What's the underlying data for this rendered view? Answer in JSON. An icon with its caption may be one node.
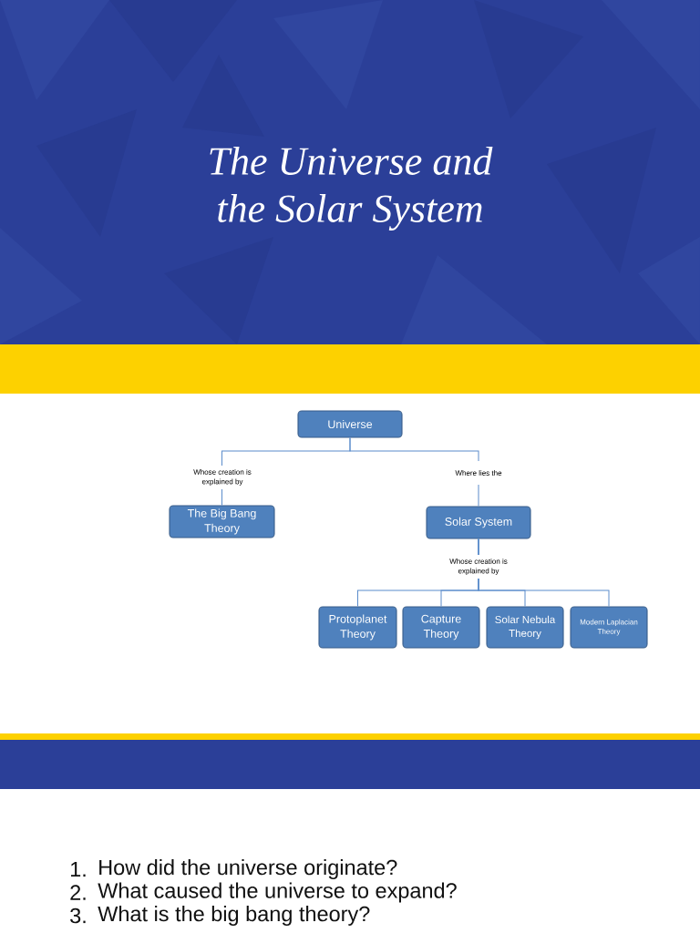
{
  "diagram": {
    "title": "The Universe and the Solar System",
    "nodes": [
      {
        "text": [
          "Universe"
        ]
      },
      {
        "text": [
          "The Big Bang Theory"
        ]
      },
      {
        "text": [
          "Solar System"
        ]
      },
      {
        "text": [
          "Protoplanet Theory"
        ]
      },
      {
        "text": [
          "Capture Theory"
        ]
      },
      {
        "text": [
          "Solar Nebula Theory"
        ]
      },
      {
        "text": [
          "Modern Laplacian Theory"
        ]
      }
    ],
    "edges": [
      {
        "from": 0,
        "to": 1,
        "arrow": "none",
        "label": "Whose creation is explained by"
      },
      {
        "from": 0,
        "to": 2,
        "arrow": "none",
        "label": "Where lies the"
      },
      {
        "from": 2,
        "to": 3,
        "arrow": "none",
        "label": "Whose creation is explained by"
      },
      {
        "from": 2,
        "to": 4,
        "arrow": "none"
      },
      {
        "from": 2,
        "to": 5,
        "arrow": "none"
      },
      {
        "from": 2,
        "to": 6,
        "arrow": "none"
      }
    ],
    "labels": [
      "1.",
      "How did the universe originate?",
      "2.",
      "What caused the universe to expand?",
      "3.",
      "What is the big bang theory?"
    ]
  }
}
